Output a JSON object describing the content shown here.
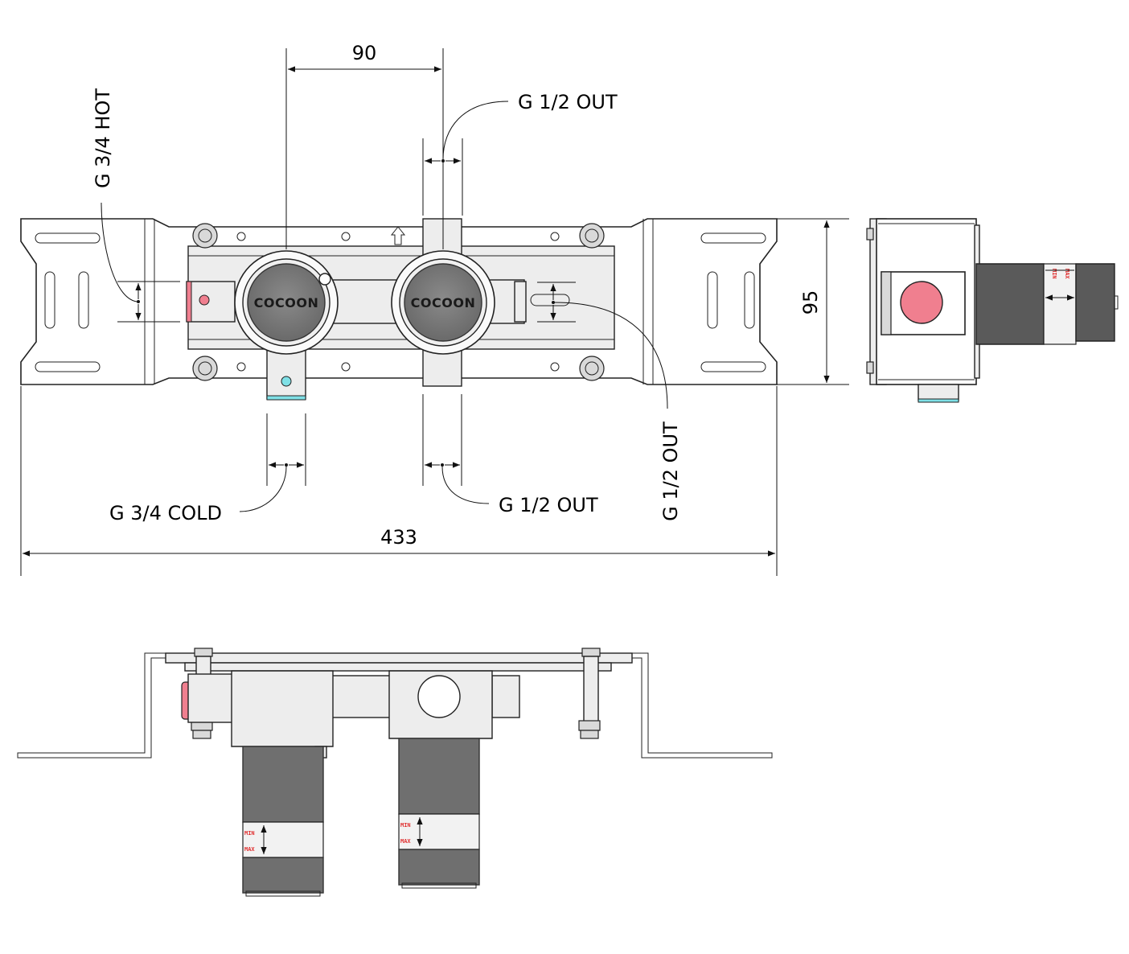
{
  "brand": {
    "logo_text": "COCOON"
  },
  "dimensions": {
    "spacing": "90",
    "total_width": "433",
    "height": "95"
  },
  "connections": {
    "hot": "G 3/4 HOT",
    "cold": "G 3/4 COLD",
    "out_top": "G 1/2 OUT",
    "out_bottom": "G 1/2 OUT",
    "out_side": "G 1/2 OUT"
  },
  "scale": {
    "min": "MIN",
    "max": "MAX"
  },
  "colors": {
    "hot": "#f07f8f",
    "cold": "#7fe0e6",
    "body_dark": "#6f6f6f",
    "line": "#222222"
  }
}
